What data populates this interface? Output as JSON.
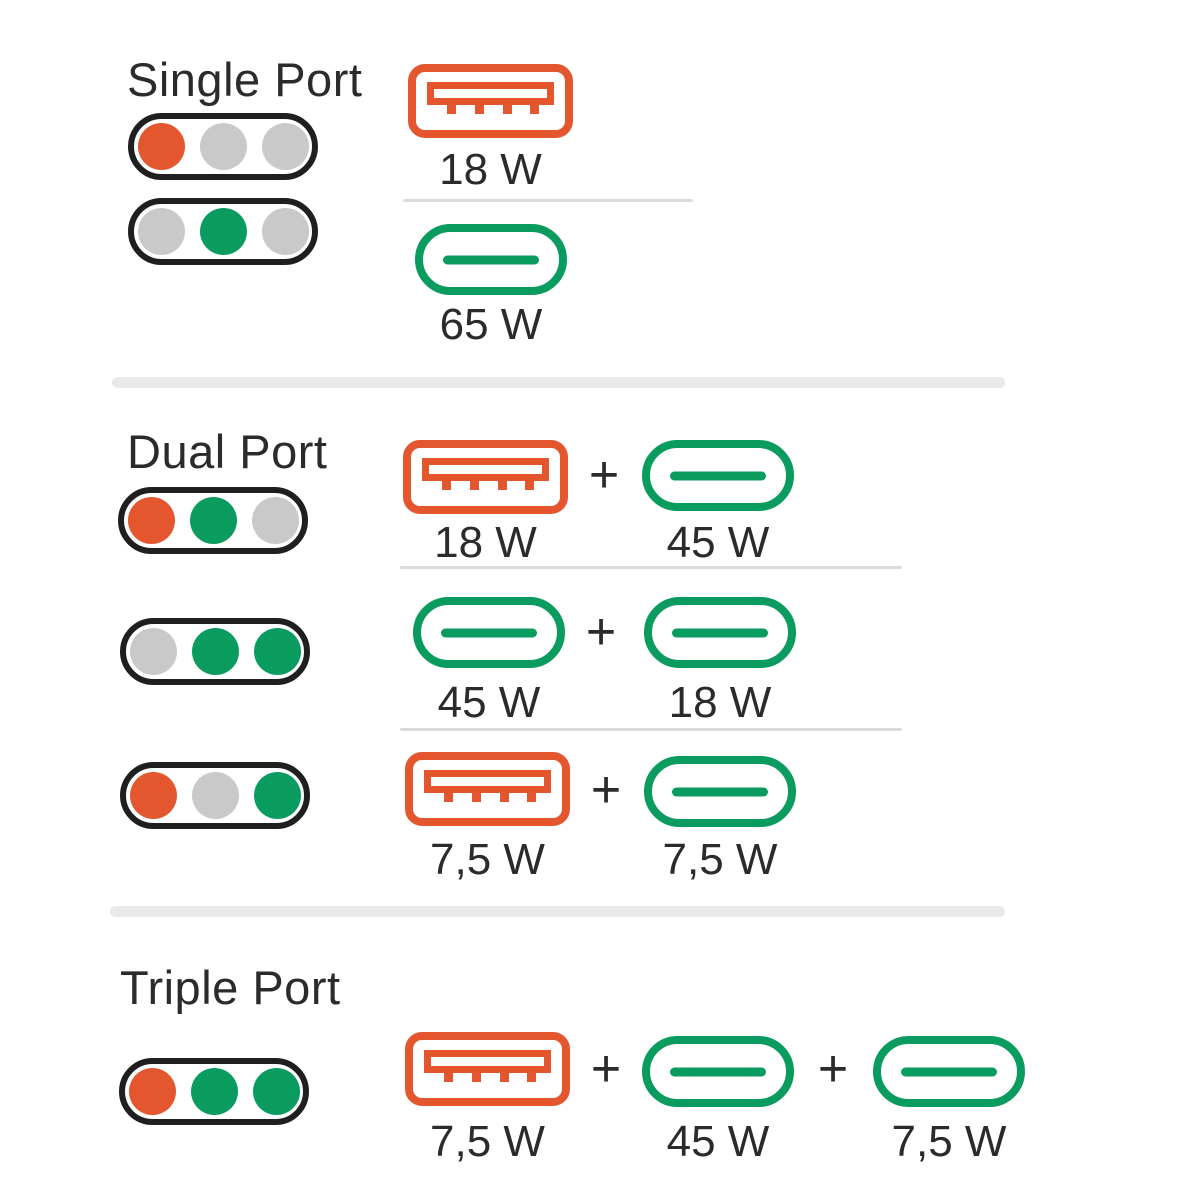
{
  "palette": {
    "orange": "#E4572E",
    "green": "#0A9B5F",
    "gray": "#C9C9C9",
    "outline": "#1F1F1F",
    "text": "#2B2B2B",
    "divider_thin": "#DBDBDB",
    "divider_thick": "#E9E9E9"
  },
  "plus": "+",
  "sections": {
    "single": {
      "title": "Single Port",
      "row1": {
        "dots": [
          "orange",
          "gray",
          "gray"
        ],
        "port1": {
          "type": "USB-A",
          "watt": "18 W"
        }
      },
      "row2": {
        "dots": [
          "gray",
          "green",
          "gray"
        ],
        "port1": {
          "type": "USB-C",
          "watt": "65 W"
        }
      }
    },
    "dual": {
      "title": "Dual Port",
      "row1": {
        "dots": [
          "orange",
          "green",
          "gray"
        ],
        "port1": {
          "type": "USB-A",
          "watt": "18 W"
        },
        "port2": {
          "type": "USB-C",
          "watt": "45 W"
        }
      },
      "row2": {
        "dots": [
          "gray",
          "green",
          "green"
        ],
        "port1": {
          "type": "USB-C",
          "watt": "45 W"
        },
        "port2": {
          "type": "USB-C",
          "watt": "18 W"
        }
      },
      "row3": {
        "dots": [
          "orange",
          "gray",
          "green"
        ],
        "port1": {
          "type": "USB-A",
          "watt": "7,5 W"
        },
        "port2": {
          "type": "USB-C",
          "watt": "7,5 W"
        }
      }
    },
    "triple": {
      "title": "Triple Port",
      "row1": {
        "dots": [
          "orange",
          "green",
          "green"
        ],
        "port1": {
          "type": "USB-A",
          "watt": "7,5 W"
        },
        "port2": {
          "type": "USB-C",
          "watt": "45 W"
        },
        "port3": {
          "type": "USB-C",
          "watt": "7,5 W"
        }
      }
    }
  }
}
